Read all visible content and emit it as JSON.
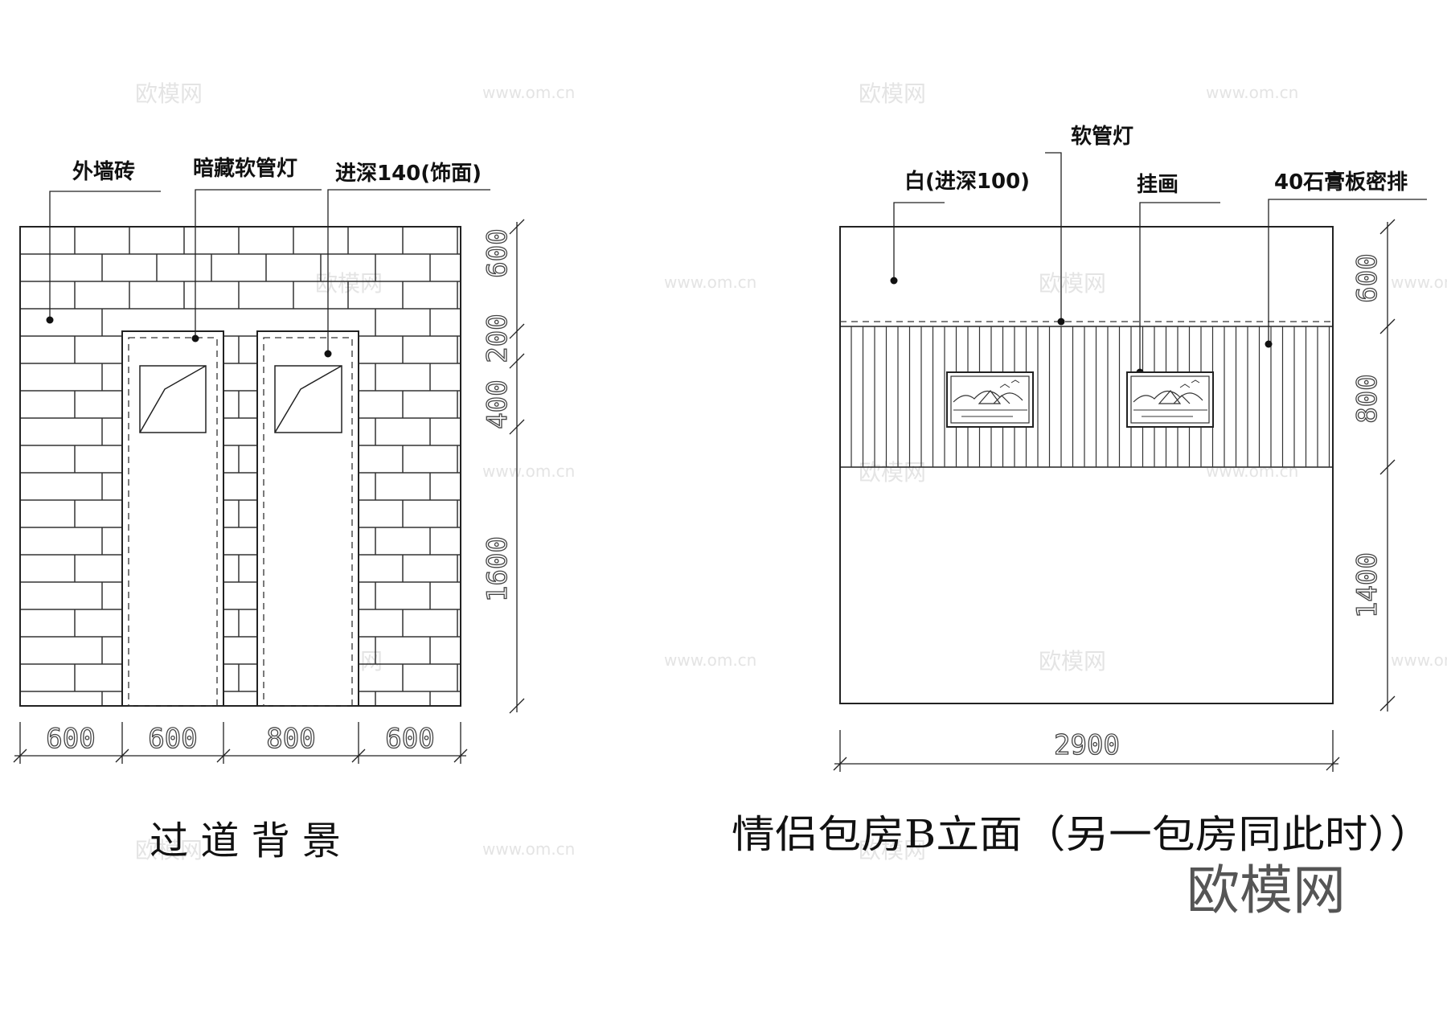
{
  "left_drawing": {
    "labels": {
      "exterior_brick": "外墙砖",
      "hidden_hose_light": "暗藏软管灯",
      "depth_140": "进深140(饰面)"
    },
    "dims_vertical": [
      "600",
      "200",
      "400",
      "1600"
    ],
    "dims_horizontal": [
      "600",
      "600",
      "800",
      "600"
    ],
    "title": "过 道 背 景"
  },
  "right_drawing": {
    "labels": {
      "hose_light": "软管灯",
      "white_depth_100": "白(进深100)",
      "hanging_painting": "挂画",
      "gypsum_board": "40石膏板密排"
    },
    "dims_vertical": [
      "600",
      "800",
      "1400"
    ],
    "dim_horizontal": "2900",
    "title": "情侣包房B立面（另一包房同此时））"
  },
  "watermark": {
    "brand": "欧模网",
    "url": "www.om.cn"
  },
  "logo": "欧模网"
}
